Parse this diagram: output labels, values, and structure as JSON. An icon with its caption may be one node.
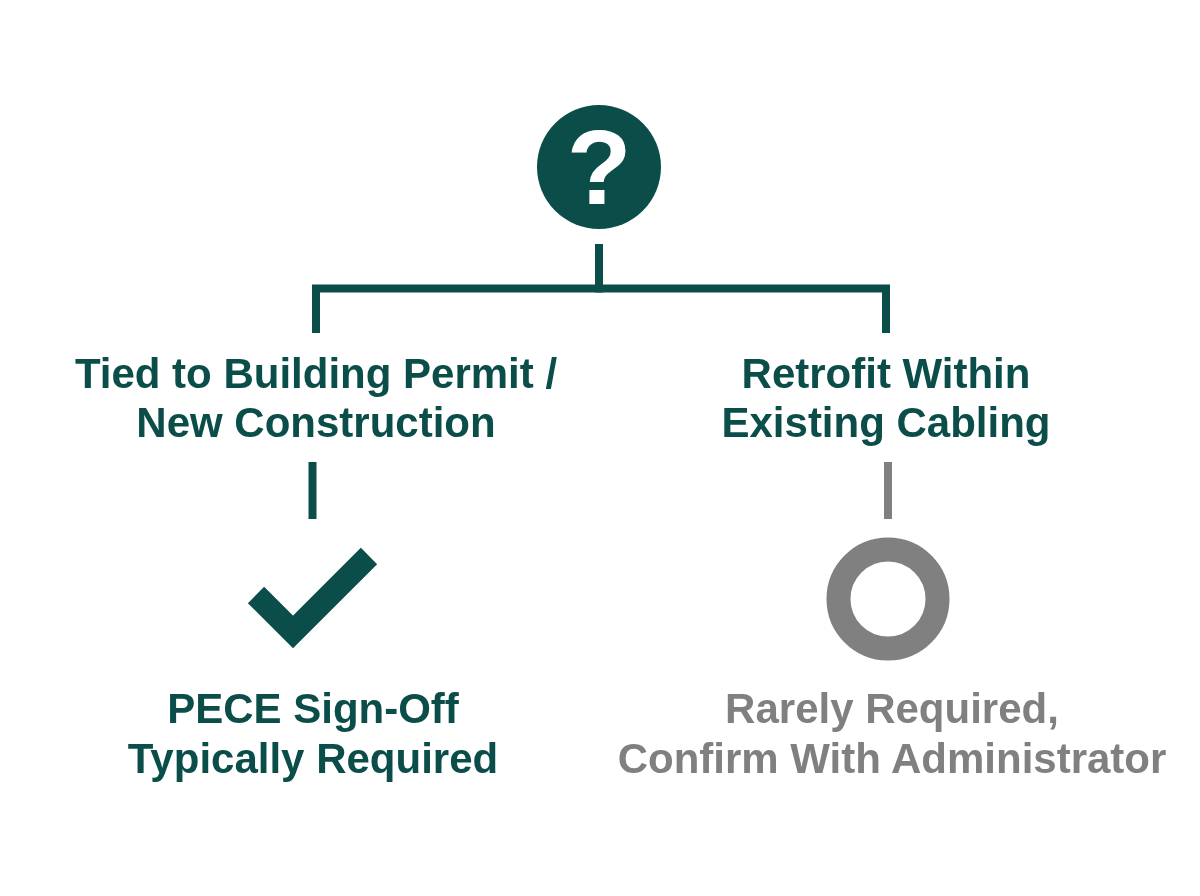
{
  "diagram": {
    "nodes": [
      {
        "text": [
          "?"
        ]
      },
      {
        "text": [
          "Tied to Building Permit / New Construction"
        ]
      },
      {
        "text": [
          "Retrofit Within Existing Cabling"
        ]
      },
      {
        "text": [],
        "shape": "check",
        "beside": [
          "PECE Sign-Off Typically Required"
        ]
      },
      {
        "text": [],
        "shape": "circle",
        "beside": [
          "Rarely Required, Confirm With Administrator"
        ]
      }
    ],
    "edges": [
      {
        "from": 0,
        "to": 1,
        "arrow": "none"
      },
      {
        "from": 0,
        "to": 2,
        "arrow": "none"
      },
      {
        "from": 1,
        "to": 3,
        "arrow": "none"
      },
      {
        "from": 2,
        "to": 4,
        "arrow": "none",
        "color": "#808080"
      }
    ]
  }
}
